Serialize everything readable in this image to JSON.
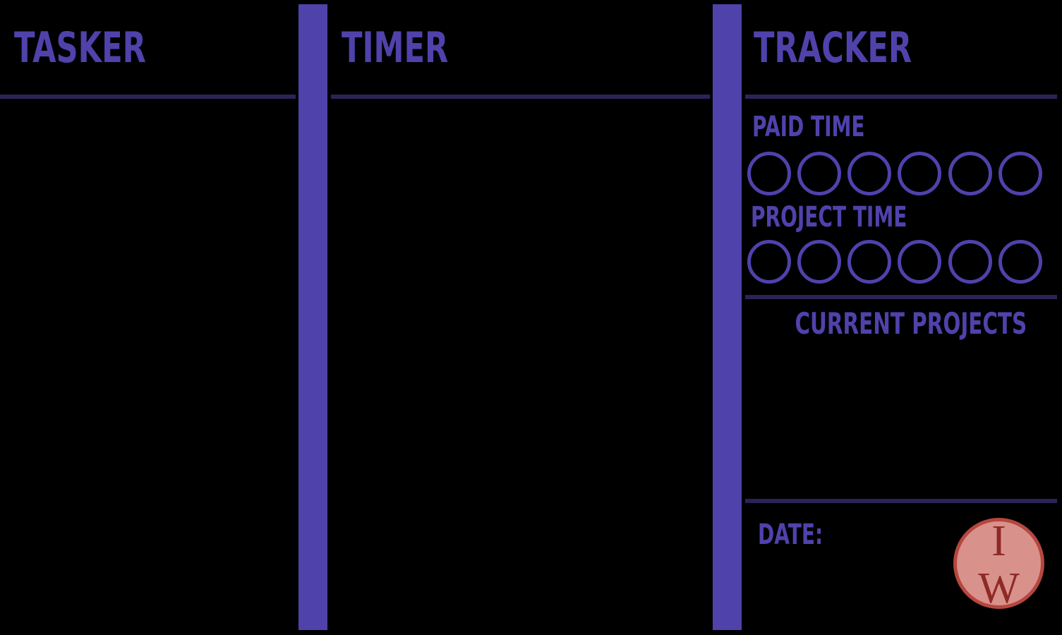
{
  "colors": {
    "background": "#000000",
    "accent": "#4f42ab",
    "rule": "#2b2357",
    "logo_fill": "#d9918c",
    "logo_ring": "#b5473f",
    "logo_text": "#8e2a24"
  },
  "columns": {
    "tasker": {
      "title": "TASKER"
    },
    "timer": {
      "title": "TIMER"
    },
    "tracker": {
      "title": "TRACKER",
      "paid_time": {
        "label": "PAID TIME",
        "bubbles": 6
      },
      "project_time": {
        "label": "PROJECT TIME",
        "bubbles": 6
      },
      "current_projects": {
        "label": "CURRENT PROJECTS"
      },
      "date": {
        "label": "DATE:"
      }
    }
  },
  "logo": {
    "icon": "iw-monogram-seal",
    "letters": [
      "I",
      "W"
    ]
  }
}
